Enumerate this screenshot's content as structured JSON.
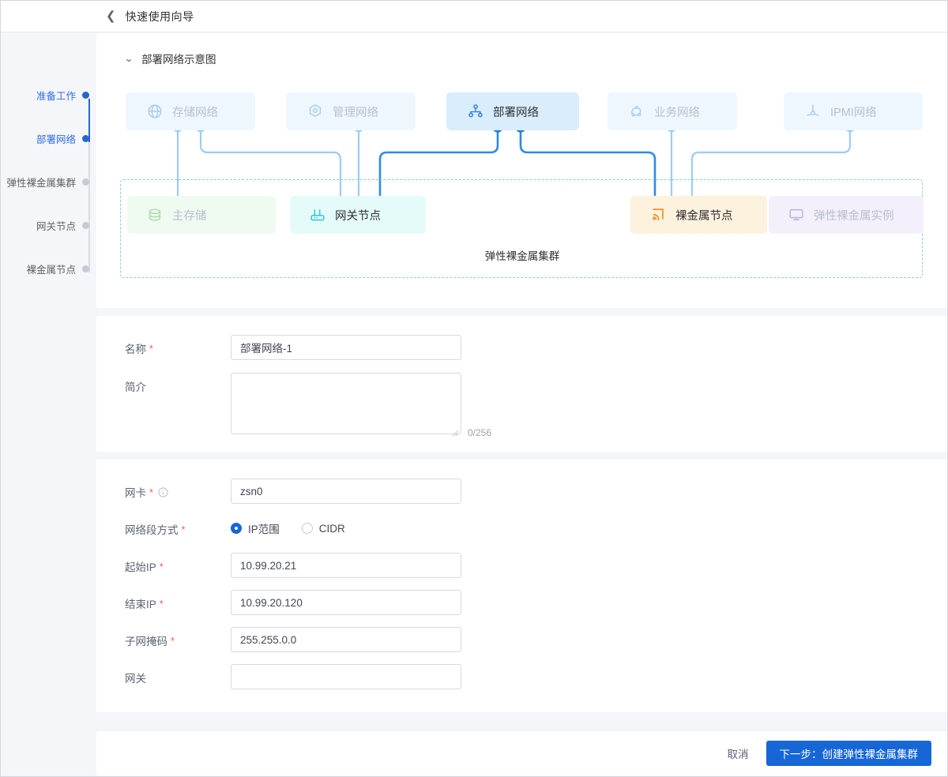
{
  "header": {
    "back_icon": "chevron-left-icon",
    "title": "快速使用向导"
  },
  "steps": [
    {
      "label": "准备工作",
      "state": "done"
    },
    {
      "label": "部署网络",
      "state": "current"
    },
    {
      "label": "弹性裸金属集群",
      "state": "pending"
    },
    {
      "label": "网关节点",
      "state": "pending"
    },
    {
      "label": "裸金属节点",
      "state": "pending"
    }
  ],
  "diagram": {
    "section_title": "部署网络示意图",
    "collapse_icon": "chevron-down-icon",
    "networks": [
      {
        "label": "存储网络",
        "icon": "globe-icon",
        "selected": false
      },
      {
        "label": "管理网络",
        "icon": "hexagon-target-icon",
        "selected": false
      },
      {
        "label": "部署网络",
        "icon": "network-topology-icon",
        "selected": true
      },
      {
        "label": "业务网络",
        "icon": "cloud-nodes-icon",
        "selected": false
      },
      {
        "label": "IPMI网络",
        "icon": "ipmi-anchor-icon",
        "selected": false
      }
    ],
    "cluster_caption": "弹性裸金属集群",
    "nodes": [
      {
        "label": "主存储",
        "icon": "database-icon",
        "dim": true
      },
      {
        "label": "网关节点",
        "icon": "router-icon",
        "dim": false
      },
      {
        "label": "裸金属节点",
        "icon": "signal-rss-icon",
        "dim": false
      },
      {
        "label": "弹性裸金属实例",
        "icon": "monitor-icon",
        "dim": true
      }
    ],
    "colors": {
      "wire_light": "#9ecbf2",
      "wire_active": "#2e8ae6",
      "dot_green": "#9ada9b",
      "dot_cyan_light": "#7fe0ea",
      "dot_cyan": "#22c6e8",
      "dot_orange": "#fbc377",
      "dot_orange_active": "#f58316",
      "cluster_border": "#8cc8f5"
    }
  },
  "form_basic": {
    "name": {
      "label": "名称",
      "required": true,
      "value": "部署网络-1"
    },
    "desc": {
      "label": "简介",
      "required": false,
      "value": "",
      "counter": "0/256"
    }
  },
  "form_network": {
    "nic": {
      "label": "网卡",
      "required": true,
      "value": "zsn0",
      "info_icon": "info-circle-icon"
    },
    "segment": {
      "label": "网络段方式",
      "required": true,
      "options": [
        {
          "label": "IP范围",
          "selected": true
        },
        {
          "label": "CIDR",
          "selected": false
        }
      ]
    },
    "start_ip": {
      "label": "起始IP",
      "required": true,
      "value": "10.99.20.21"
    },
    "end_ip": {
      "label": "结束IP",
      "required": true,
      "value": "10.99.20.120"
    },
    "netmask": {
      "label": "子网掩码",
      "required": true,
      "value": "255.255.0.0"
    },
    "gateway": {
      "label": "网关",
      "required": false,
      "value": ""
    }
  },
  "footer": {
    "cancel": "取消",
    "next": "下一步：创建弹性裸金属集群"
  }
}
